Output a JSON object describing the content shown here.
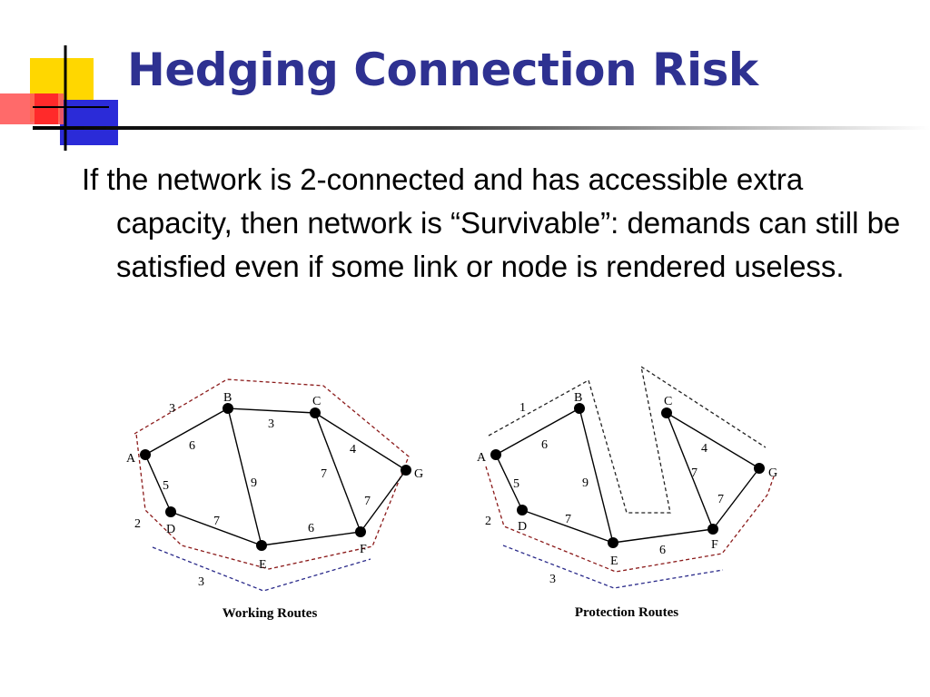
{
  "slide": {
    "title": "Hedging Connection Risk",
    "body": "If the network is 2-connected and has accessible extra capacity, then network is “Survivable”: demands can still be satisfied even if some link or node is rendered useless."
  },
  "colors": {
    "title": "#2e3191",
    "red_route": "#8b1a1a",
    "blue_route": "#2a2a8a",
    "logo_yellow": "#ffd700",
    "logo_blue": "#2b2bd8",
    "logo_red": "#ff4040"
  },
  "diagrams": [
    {
      "caption": "Working Routes",
      "nodes": [
        {
          "id": "A",
          "label": "A"
        },
        {
          "id": "B",
          "label": "B"
        },
        {
          "id": "C",
          "label": "C"
        },
        {
          "id": "D",
          "label": "D"
        },
        {
          "id": "E",
          "label": "E"
        },
        {
          "id": "F",
          "label": "F"
        },
        {
          "id": "G",
          "label": "G"
        }
      ],
      "edges": [
        {
          "from": "A",
          "to": "B",
          "weight": "6"
        },
        {
          "from": "B",
          "to": "C",
          "weight": "3"
        },
        {
          "from": "A",
          "to": "D",
          "weight": "5"
        },
        {
          "from": "B",
          "to": "E",
          "weight": "9"
        },
        {
          "from": "C",
          "to": "F",
          "weight": "7"
        },
        {
          "from": "C",
          "to": "G",
          "weight": "4"
        },
        {
          "from": "D",
          "to": "E",
          "weight": "7"
        },
        {
          "from": "E",
          "to": "F",
          "weight": "6"
        },
        {
          "from": "F",
          "to": "G",
          "weight": "7"
        }
      ],
      "route_labels": [
        "3",
        "2",
        "3"
      ]
    },
    {
      "caption": "Protection Routes",
      "nodes": [
        {
          "id": "A",
          "label": "A"
        },
        {
          "id": "B",
          "label": "B"
        },
        {
          "id": "C",
          "label": "C"
        },
        {
          "id": "D",
          "label": "D"
        },
        {
          "id": "E",
          "label": "E"
        },
        {
          "id": "F",
          "label": "F"
        },
        {
          "id": "G",
          "label": "G"
        }
      ],
      "edges": [
        {
          "from": "A",
          "to": "B",
          "weight": "6"
        },
        {
          "from": "A",
          "to": "D",
          "weight": "5"
        },
        {
          "from": "B",
          "to": "E",
          "weight": "9"
        },
        {
          "from": "C",
          "to": "F",
          "weight": "7"
        },
        {
          "from": "C",
          "to": "G",
          "weight": "4"
        },
        {
          "from": "D",
          "to": "E",
          "weight": "7"
        },
        {
          "from": "E",
          "to": "F",
          "weight": "6"
        },
        {
          "from": "F",
          "to": "G",
          "weight": "7"
        }
      ],
      "route_labels": [
        "1",
        "2",
        "3"
      ]
    }
  ]
}
